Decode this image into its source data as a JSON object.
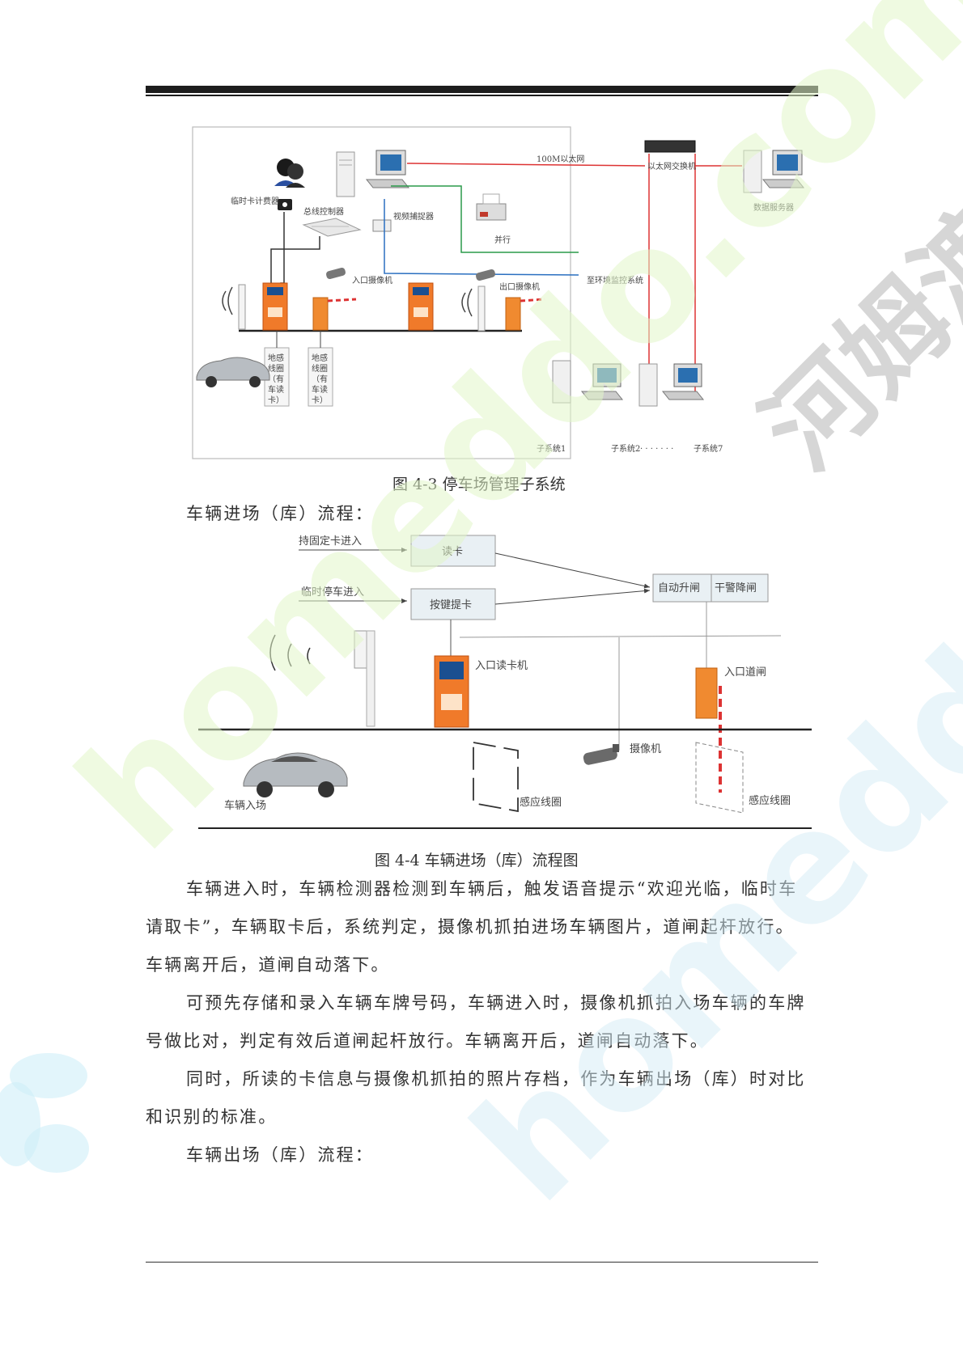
{
  "fig43": {
    "caption": "图 4-3 停车场管理子系统",
    "labels": {
      "ethernet": "100M以太网",
      "switch": "以太网交换机",
      "data_server": "数据服务器",
      "temp_card_fee": "临时卡计费器",
      "bus_controller": "总线控制器",
      "video_capture": "视频捕捉器",
      "parallel": "并行",
      "entry_camera": "入口摄像机",
      "exit_camera": "出口摄像机",
      "env_monitor": "至环境监控系统",
      "coil_lines": [
        "地感",
        "线圈",
        "（有",
        "车读",
        "卡）"
      ],
      "subsystem1": "子系统1",
      "subsystem2": "子系统2",
      "dots": "·  ·  ·  ·  ·  ·  ·",
      "subsystem7": "子系统7"
    }
  },
  "section_entry_title": "车辆进场（库）流程：",
  "fig44": {
    "caption": "图 4-4 车辆进场（库）流程图",
    "labels": {
      "fixed_card_in": "持固定卡进入",
      "temp_parking_in": "临时停车进入",
      "read_card": "读卡",
      "press_key_card": "按键提卡",
      "auto_raise": "自动升闸",
      "alarm_lower": "干警降闸",
      "entry_card_reader": "入口读卡机",
      "entry_gate": "入口道闸",
      "camera": "摄像机",
      "vehicle_entry": "车辆入场",
      "induction_coil_1": "感应线圈",
      "induction_coil_2": "感应线圈"
    }
  },
  "paragraphs": {
    "p1_l1": "车辆进入时，车辆检测器检测到车辆后，触发语音提示“欢迎光临，临时车",
    "p1_l2": "请取卡”，车辆取卡后，系统判定，摄像机抓拍进场车辆图片，道闸起杆放行。",
    "p1_l3": "车辆离开后，道闸自动落下。",
    "p2_l1": "可预先存储和录入车辆车牌号码，车辆进入时，摄像机抓拍入场车辆的车牌",
    "p2_l2": "号做比对，判定有效后道闸起杆放行。车辆离开后，道闸自动落下。",
    "p3_l1": "同时，所读的卡信息与摄像机抓拍的照片存档，作为车辆出场（库）时对比",
    "p3_l2": "和识别的标准。",
    "exit_title": "车辆出场（库）流程："
  },
  "watermark": {
    "text1": "homeddo.com",
    "text2": "河姆渡",
    "text3": "homeddo.com"
  }
}
